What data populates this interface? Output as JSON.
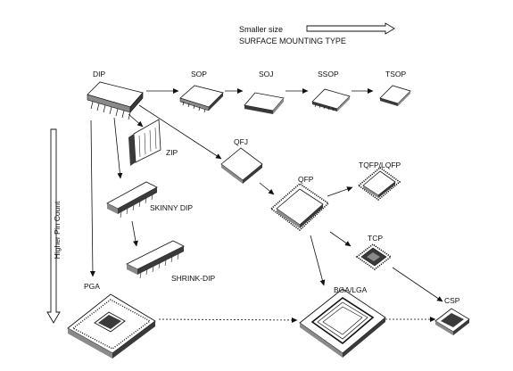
{
  "header": {
    "line1": "Smaller size",
    "line2": "SURFACE MOUNTING TYPE"
  },
  "side_axis": {
    "label": "Higher Pin Count"
  },
  "packages": {
    "dip": "DIP",
    "sop": "SOP",
    "soj": "SOJ",
    "ssop": "SSOP",
    "tsop": "TSOP",
    "zip": "ZIP",
    "qfj": "QFJ",
    "qfp": "QFP",
    "tqfp": "TQFP/LQFP",
    "skinny_dip": "SKINNY DIP",
    "tcp": "TCP",
    "shrink_dip": "SHRINK-DIP",
    "pga": "PGA",
    "bga": "BGA/LGA",
    "csp": "CSP"
  },
  "colors": {
    "ink": "#111111",
    "chip_fill": "#ffffff",
    "chip_shade": "#8a8a8a",
    "chip_dark": "#3a3a3a"
  }
}
